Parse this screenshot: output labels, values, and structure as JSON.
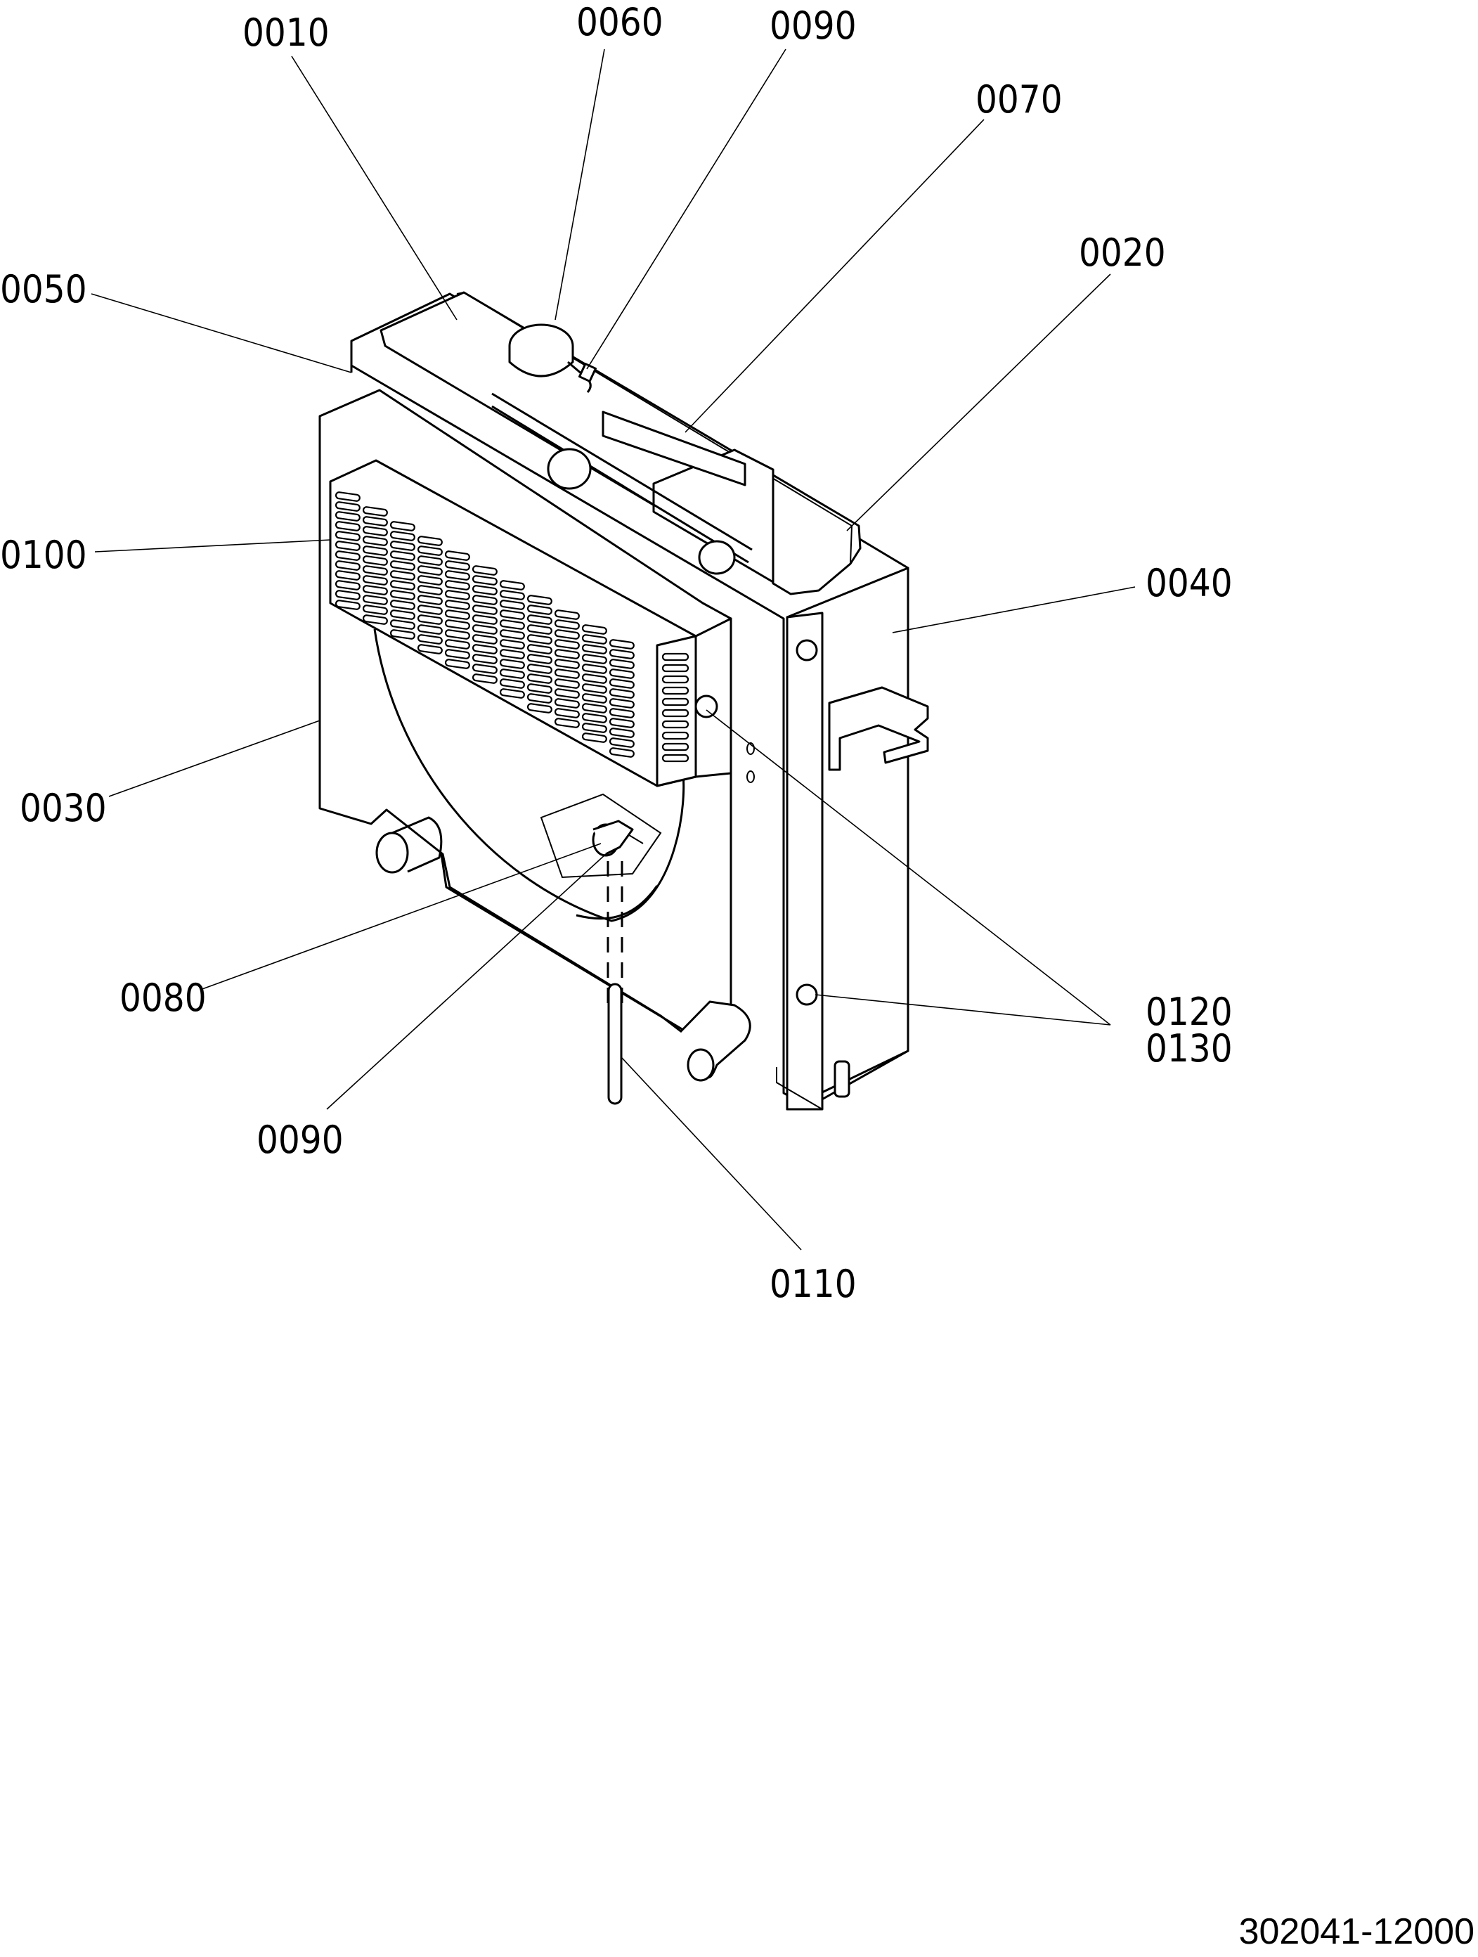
{
  "callouts": {
    "c0010": "0010",
    "c0060": "0060",
    "c0090_top": "0090",
    "c0070": "0070",
    "c0020": "0020",
    "c0050": "0050",
    "c0100": "0100",
    "c0040": "0040",
    "c0030": "0030",
    "c0080": "0080",
    "c0120": "0120",
    "c0130": "0130",
    "c0090_bottom": "0090",
    "c0110": "0110"
  },
  "figure_number": "302041-12000"
}
